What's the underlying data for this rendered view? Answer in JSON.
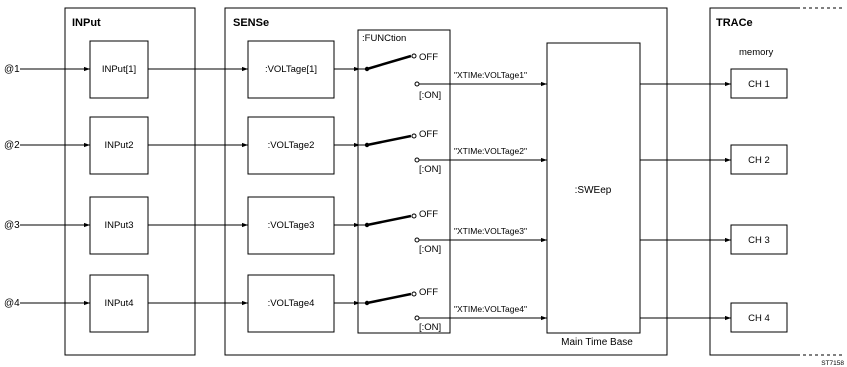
{
  "sections": {
    "input": "INPut",
    "sense": "SENSe",
    "function": ":FUNCtion",
    "trace": "TRACe"
  },
  "channels": [
    {
      "source": "@1",
      "input": "INPut[1]",
      "voltage": ":VOLTage[1]",
      "off": "OFF",
      "on": "[:ON]",
      "signal": "\"XTIMe:VOLTage1\"",
      "trace": "CH 1"
    },
    {
      "source": "@2",
      "input": "INPut2",
      "voltage": ":VOLTage2",
      "off": "OFF",
      "on": "[:ON]",
      "signal": "\"XTIMe:VOLTage2\"",
      "trace": "CH 2"
    },
    {
      "source": "@3",
      "input": "INPut3",
      "voltage": ":VOLTage3",
      "off": "OFF",
      "on": "[:ON]",
      "signal": "\"XTIMe:VOLTage3\"",
      "trace": "CH 3"
    },
    {
      "source": "@4",
      "input": "INPut4",
      "voltage": ":VOLTage4",
      "off": "OFF",
      "on": "[:ON]",
      "signal": "\"XTIMe:VOLTage4\"",
      "trace": "CH 4"
    }
  ],
  "sweep": {
    "label": ":SWEep",
    "sublabel": "Main Time Base"
  },
  "memory_label": "memory",
  "figure_id": "ST7158"
}
